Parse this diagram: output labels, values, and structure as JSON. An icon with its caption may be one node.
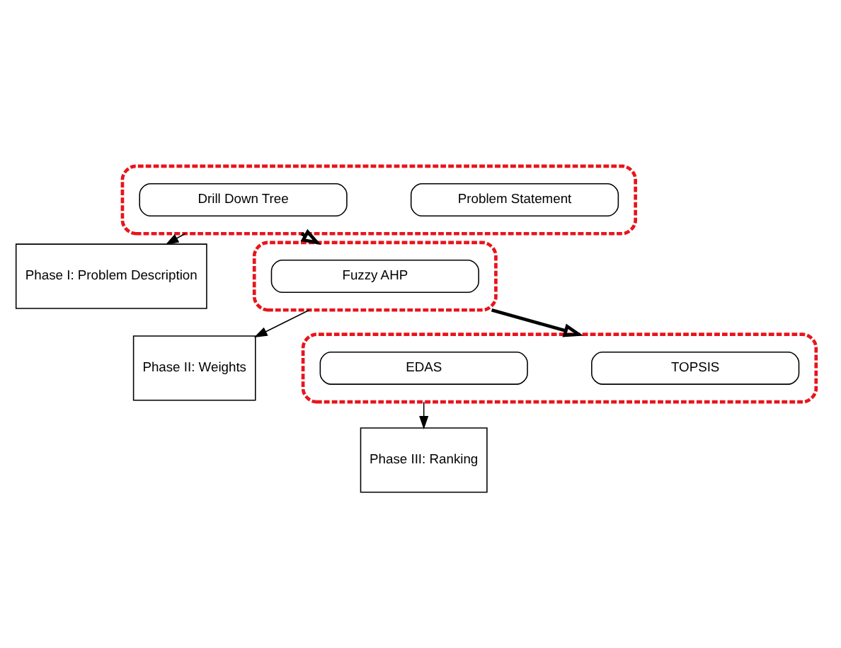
{
  "diagram": {
    "nodes": [
      {
        "text": [],
        "shape": "box"
      },
      {
        "text": [
          "Problem Statement"
        ],
        "in": 0
      },
      {
        "text": [
          "Drill Down Tree"
        ],
        "in": 0
      },
      {
        "text": [
          "Phase I: Problem Description"
        ]
      },
      {
        "text": [],
        "shape": "box"
      },
      {
        "text": [
          "Fuzzy AHP"
        ],
        "in": 4
      },
      {
        "text": [
          "Phase II: Weights"
        ]
      },
      {
        "text": [],
        "shape": "box"
      },
      {
        "text": [
          "TOPSIS"
        ],
        "in": 7
      },
      {
        "text": [
          "EDAS"
        ],
        "in": 7
      },
      {
        "text": [
          "Phase III: Ranking"
        ]
      }
    ],
    "edges": [
      {
        "from": 0,
        "to": 3,
        "arrow": "to"
      },
      {
        "from": 0,
        "to": 4,
        "arrow": "to",
        "style": "thick"
      },
      {
        "from": 4,
        "to": 6,
        "arrow": "to"
      },
      {
        "from": 4,
        "to": 7,
        "arrow": "to",
        "style": "thick"
      },
      {
        "from": 7,
        "to": 10,
        "arrow": "to"
      }
    ]
  }
}
